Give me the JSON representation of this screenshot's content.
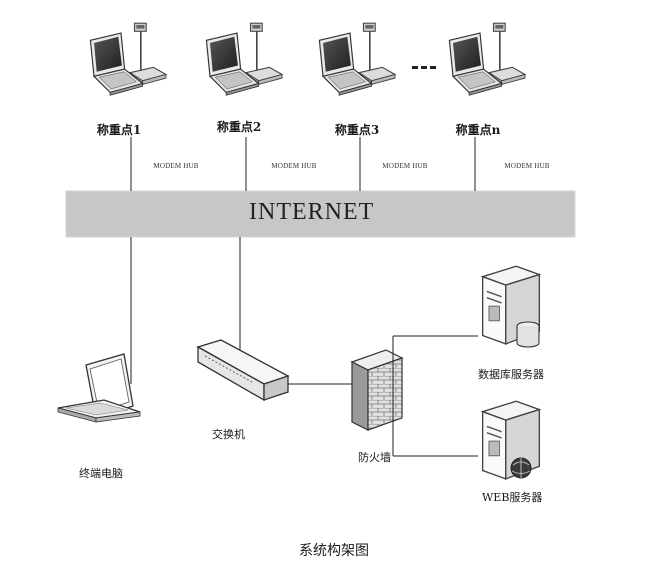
{
  "diagram": {
    "sites": [
      {
        "label": "称重点1"
      },
      {
        "label": "称重点2"
      },
      {
        "label": "称重点3"
      },
      {
        "label": "称重点n"
      }
    ],
    "hub_label": "MODEM HUB",
    "network_label": "INTERNET",
    "terminal_label": "终端电脑",
    "switch_label": "交换机",
    "firewall_label": "防火墙",
    "db_server_label": "数据库服务器",
    "web_server_label": "WEB服务器",
    "caption": "系统构架图"
  }
}
